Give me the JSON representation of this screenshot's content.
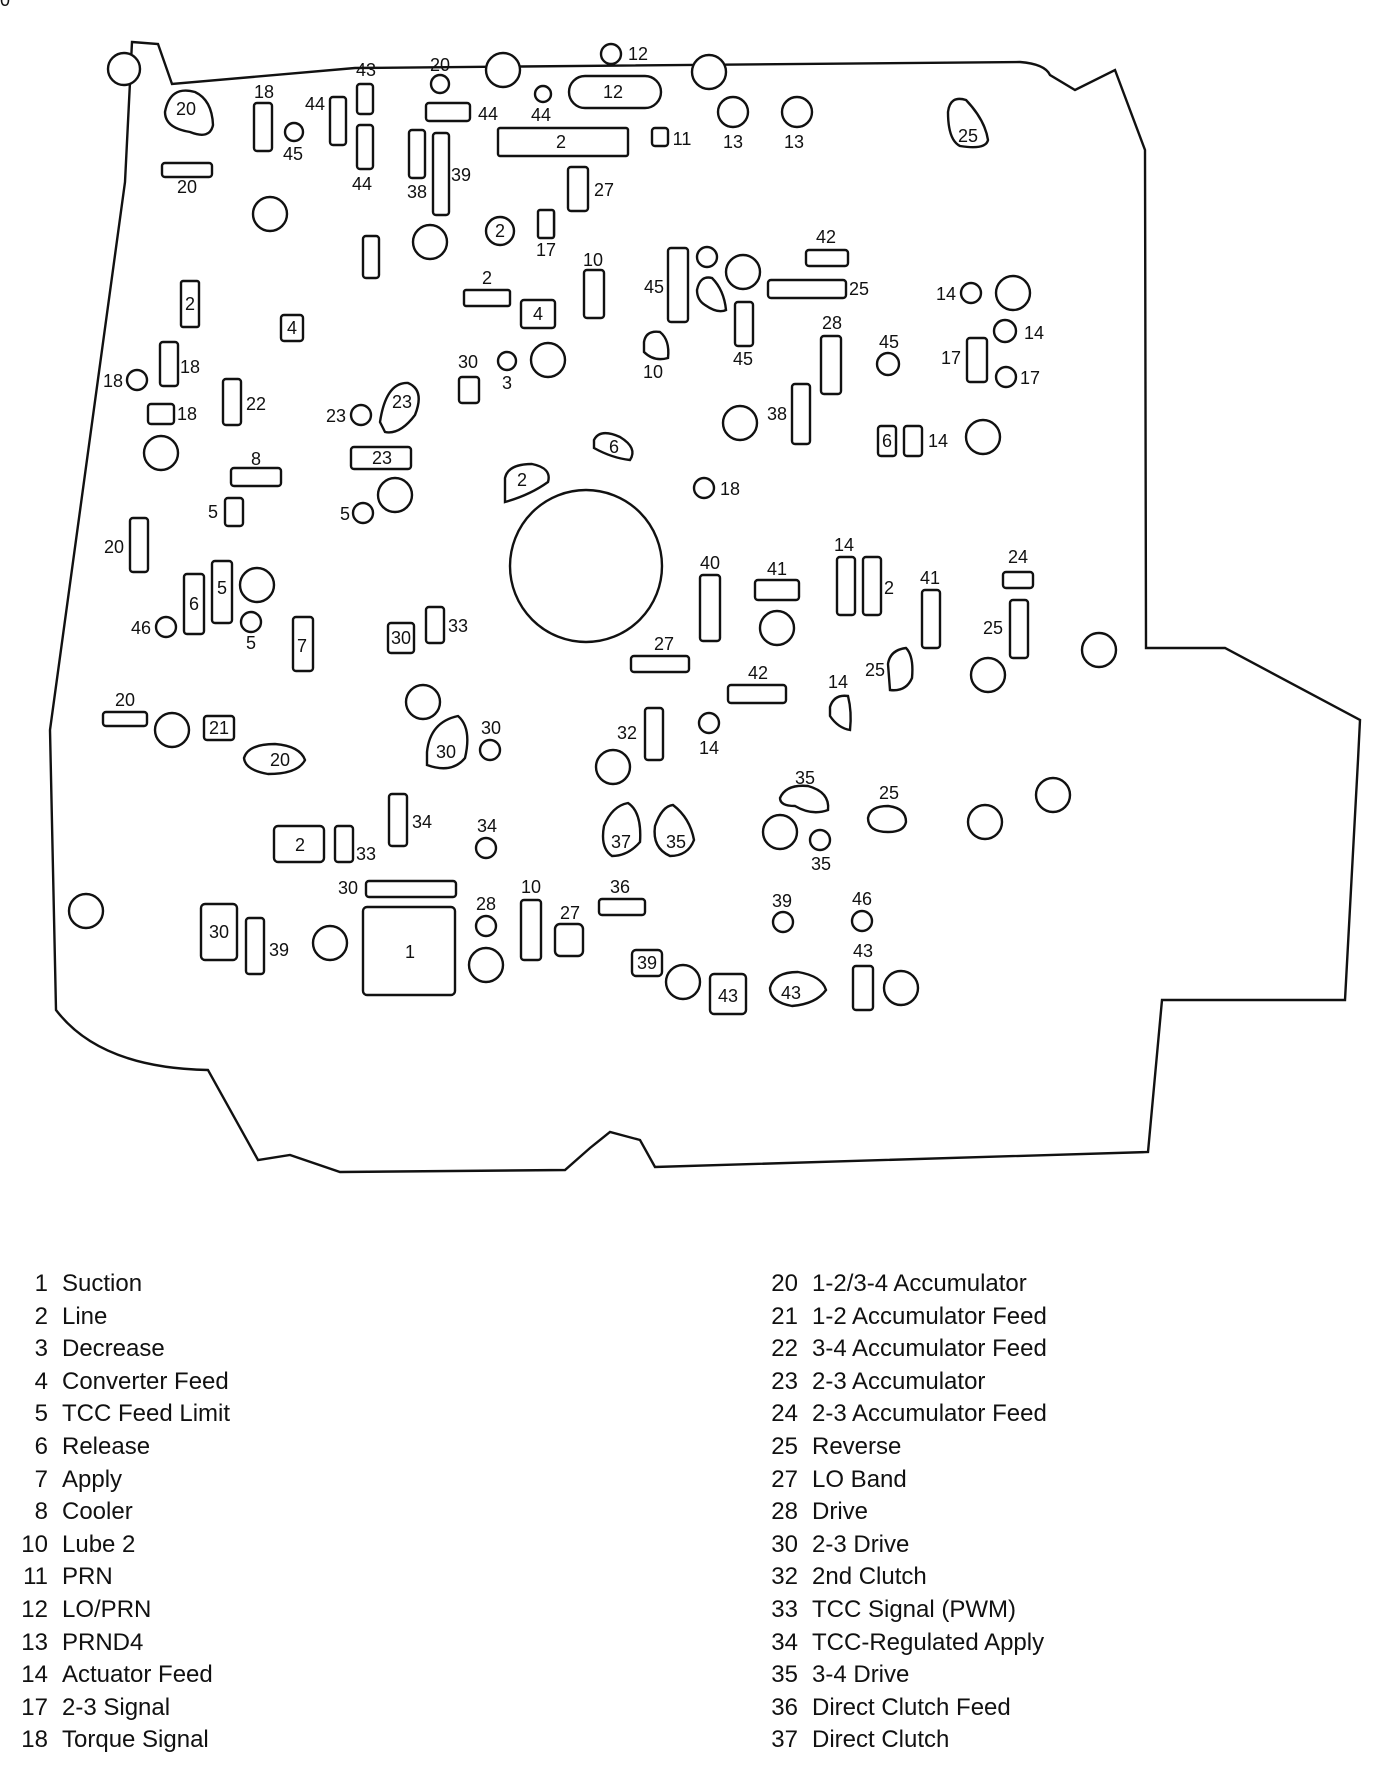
{
  "diagram": {
    "rects": [
      {
        "l": "2"
      },
      {
        "l": "2"
      },
      {
        "l": "2"
      },
      {
        "l": "4"
      },
      {
        "l": "4"
      },
      {
        "l": "6"
      },
      {
        "l": "6"
      },
      {
        "l": "5"
      },
      {
        "l": "5"
      },
      {
        "l": "7"
      },
      {
        "l": "8"
      },
      {
        "l": "10"
      },
      {
        "l": "10"
      },
      {
        "l": "12"
      },
      {
        "l": "14"
      },
      {
        "l": "14"
      },
      {
        "l": "2"
      },
      {
        "l": "17"
      },
      {
        "l": "18"
      },
      {
        "l": "18"
      },
      {
        "l": "18"
      },
      {
        "l": "20"
      },
      {
        "l": "20"
      },
      {
        "l": "20"
      },
      {
        "l": "21"
      },
      {
        "l": "22"
      },
      {
        "l": "23"
      },
      {
        "l": "24"
      },
      {
        "l": "25"
      },
      {
        "l": "25"
      },
      {
        "l": "27"
      },
      {
        "l": "27"
      },
      {
        "l": "27"
      },
      {
        "l": "28"
      },
      {
        "l": "30"
      },
      {
        "l": "30"
      },
      {
        "l": "30"
      },
      {
        "l": "30"
      },
      {
        "l": "33"
      },
      {
        "l": "33"
      },
      {
        "l": "32"
      },
      {
        "l": "34"
      },
      {
        "l": "36"
      },
      {
        "l": "39"
      },
      {
        "l": "39"
      },
      {
        "l": "38"
      },
      {
        "l": "38"
      },
      {
        "l": "39"
      },
      {
        "l": "40"
      },
      {
        "l": "41"
      },
      {
        "l": "41"
      },
      {
        "l": "42"
      },
      {
        "l": "42"
      },
      {
        "l": "43"
      },
      {
        "l": "43"
      },
      {
        "l": "43"
      },
      {
        "l": "44"
      },
      {
        "l": "44"
      },
      {
        "l": "44"
      },
      {
        "l": "45"
      },
      {
        "l": "45"
      },
      {
        "l": "1"
      },
      {
        "l": "17"
      },
      {
        "l": "11"
      },
      {
        "l": "2"
      },
      {
        "l": "30"
      },
      {
        "l": ""
      }
    ],
    "circles": [
      {
        "l": "12"
      },
      {
        "l": "13"
      },
      {
        "l": "13"
      },
      {
        "l": "2"
      },
      {
        "l": "20"
      },
      {
        "l": "44"
      },
      {
        "l": "45"
      },
      {
        "l": "14"
      },
      {
        "l": "14"
      },
      {
        "l": "17"
      },
      {
        "l": "18"
      },
      {
        "l": "18"
      },
      {
        "l": "23"
      },
      {
        "l": "5"
      },
      {
        "l": "5"
      },
      {
        "l": "46"
      },
      {
        "l": "3"
      },
      {
        "l": "45"
      },
      {
        "l": "30"
      },
      {
        "l": "14"
      },
      {
        "l": "34"
      },
      {
        "l": "35"
      },
      {
        "l": "28"
      },
      {
        "l": "39"
      },
      {
        "l": "46"
      },
      {
        "l": ""
      },
      {
        "l": ""
      },
      {
        "l": ""
      },
      {
        "l": ""
      },
      {
        "l": ""
      },
      {
        "l": ""
      },
      {
        "l": ""
      },
      {
        "l": ""
      },
      {
        "l": ""
      },
      {
        "l": ""
      },
      {
        "l": ""
      },
      {
        "l": ""
      },
      {
        "l": ""
      },
      {
        "l": ""
      },
      {
        "l": ""
      },
      {
        "l": ""
      },
      {
        "l": ""
      },
      {
        "l": ""
      },
      {
        "l": ""
      },
      {
        "l": ""
      },
      {
        "l": ""
      },
      {
        "l": ""
      },
      {
        "l": ""
      },
      {
        "l": ""
      },
      {
        "l": ""
      },
      {
        "l": ""
      },
      {
        "l": ""
      },
      {
        "l": ""
      },
      {
        "l": ""
      },
      {
        "l": ""
      },
      {
        "l": ""
      },
      {
        "l": ""
      },
      {
        "l": ""
      },
      {
        "l": ""
      }
    ],
    "blobs": [
      {
        "l": "20"
      },
      {
        "l": "25"
      },
      {
        "l": "23"
      },
      {
        "l": "2"
      },
      {
        "l": "6"
      },
      {
        "l": "10"
      },
      {
        "l": "30"
      },
      {
        "l": "20"
      },
      {
        "l": "37"
      },
      {
        "l": "35"
      },
      {
        "l": "35"
      },
      {
        "l": "25"
      },
      {
        "l": "25"
      },
      {
        "l": "14"
      },
      {
        "l": "43"
      },
      {
        "l": ""
      }
    ]
  },
  "legend": {
    "left": [
      {
        "n": "1",
        "t": "Suction"
      },
      {
        "n": "2",
        "t": "Line"
      },
      {
        "n": "3",
        "t": "Decrease"
      },
      {
        "n": "4",
        "t": "Converter Feed"
      },
      {
        "n": "5",
        "t": "TCC Feed Limit"
      },
      {
        "n": "6",
        "t": "Release"
      },
      {
        "n": "7",
        "t": "Apply"
      },
      {
        "n": "8",
        "t": "Cooler"
      },
      {
        "n": "10",
        "t": "Lube 2"
      },
      {
        "n": "11",
        "t": "PRN"
      },
      {
        "n": "12",
        "t": "LO/PRN"
      },
      {
        "n": "13",
        "t": "PRND4"
      },
      {
        "n": "14",
        "t": "Actuator Feed"
      },
      {
        "n": "17",
        "t": "2-3 Signal"
      },
      {
        "n": "18",
        "t": "Torque Signal"
      }
    ],
    "right": [
      {
        "n": "20",
        "t": "1-2/3-4 Accumulator"
      },
      {
        "n": "21",
        "t": "1-2 Accumulator Feed"
      },
      {
        "n": "22",
        "t": "3-4 Accumulator Feed"
      },
      {
        "n": "23",
        "t": "2-3 Accumulator"
      },
      {
        "n": "24",
        "t": "2-3 Accumulator Feed"
      },
      {
        "n": "25",
        "t": "Reverse"
      },
      {
        "n": "27",
        "t": "LO Band"
      },
      {
        "n": "28",
        "t": "Drive"
      },
      {
        "n": "30",
        "t": "2-3 Drive"
      },
      {
        "n": "32",
        "t": "2nd Clutch"
      },
      {
        "n": "33",
        "t": "TCC Signal (PWM)"
      },
      {
        "n": "34",
        "t": "TCC-Regulated Apply"
      },
      {
        "n": "35",
        "t": "3-4 Drive"
      },
      {
        "n": "36",
        "t": "Direct Clutch Feed"
      },
      {
        "n": "37",
        "t": "Direct Clutch"
      }
    ]
  }
}
